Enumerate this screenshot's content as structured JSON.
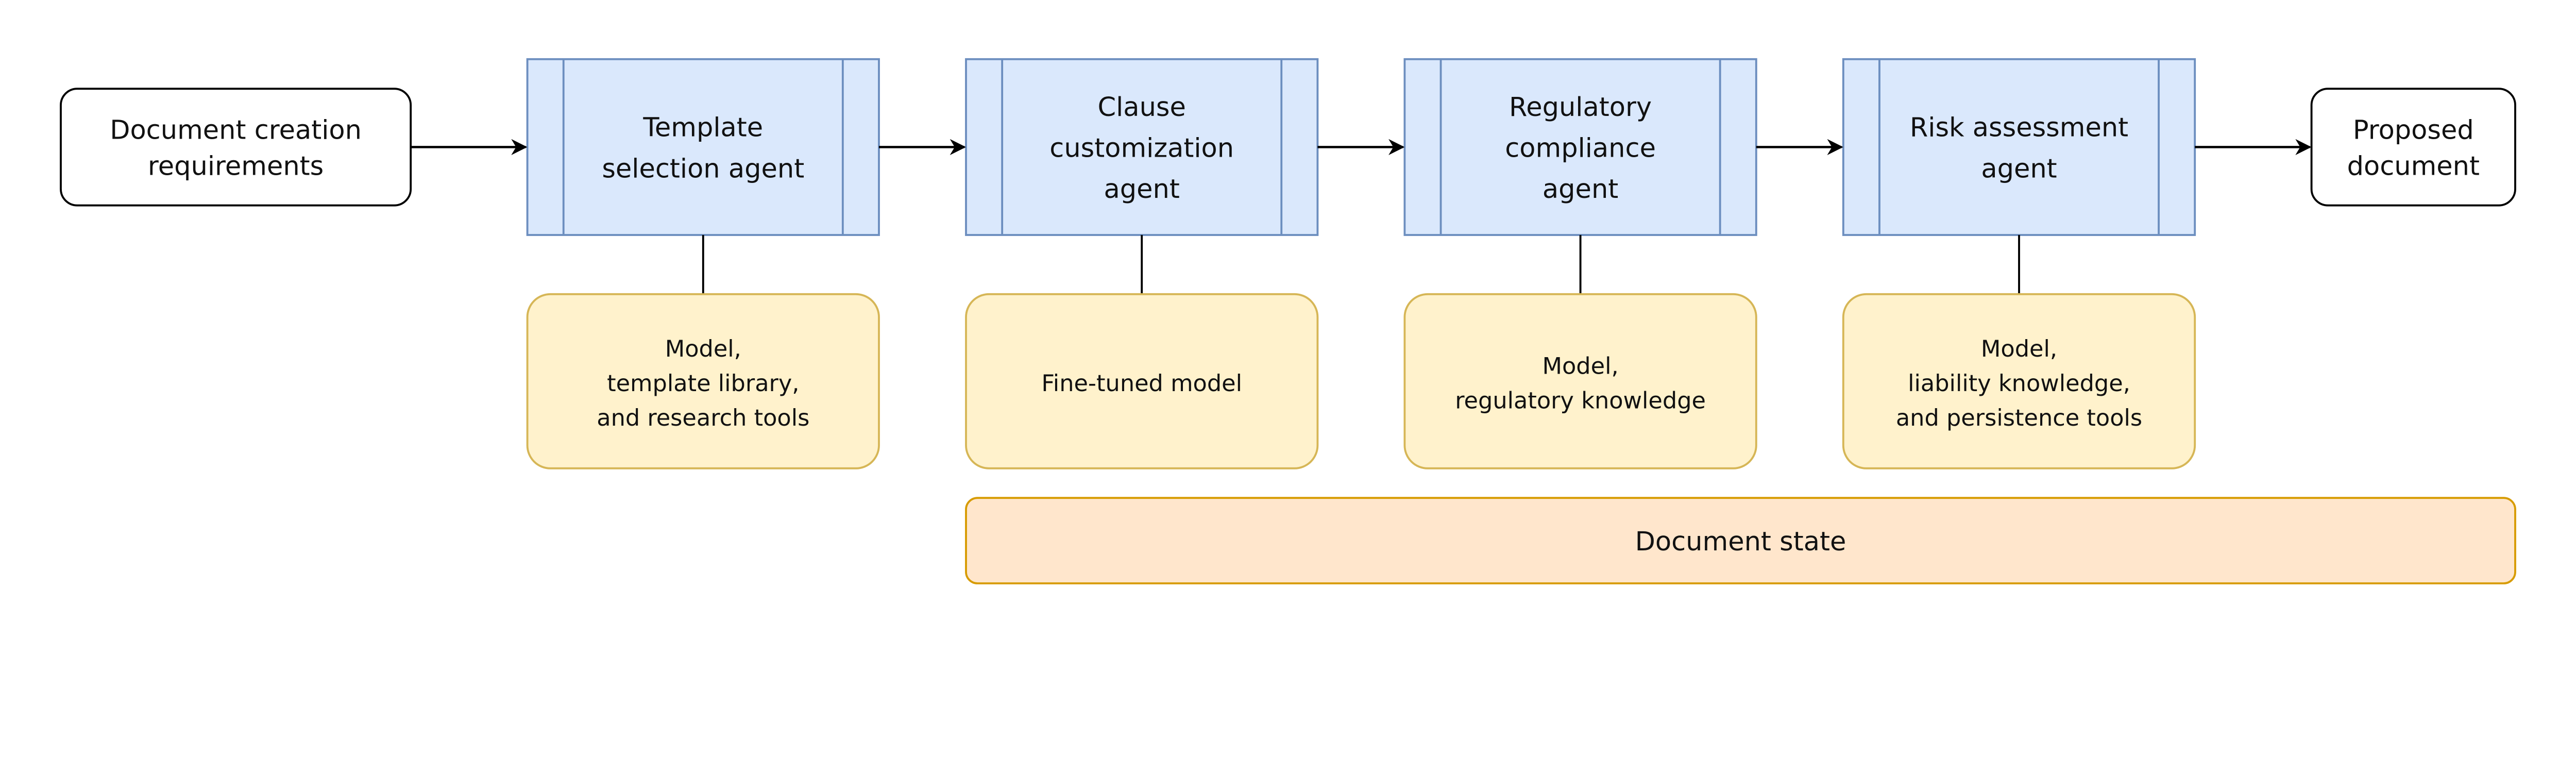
{
  "input": {
    "lines": [
      "Document creation",
      "requirements"
    ]
  },
  "output": {
    "lines": [
      "Proposed",
      "document"
    ]
  },
  "agents": [
    {
      "lines": [
        "Template",
        "selection agent"
      ],
      "resource": [
        "Model,",
        "template library,",
        "and research tools"
      ]
    },
    {
      "lines": [
        "Clause",
        "customization",
        "agent"
      ],
      "resource": [
        "Fine-tuned model"
      ]
    },
    {
      "lines": [
        "Regulatory",
        "compliance",
        "agent"
      ],
      "resource": [
        "Model,",
        "regulatory knowledge"
      ]
    },
    {
      "lines": [
        "Risk assessment",
        "agent"
      ],
      "resource": [
        "Model,",
        "liability knowledge,",
        "and persistence tools"
      ]
    }
  ],
  "shared_state": {
    "label": "Document state"
  },
  "colors": {
    "agent_fill": "#dae8fc",
    "agent_stroke": "#6c8ebf",
    "resource_fill": "#fff2cc",
    "resource_stroke": "#d6b656",
    "state_fill": "#ffe6cc",
    "state_stroke": "#d79b00"
  }
}
